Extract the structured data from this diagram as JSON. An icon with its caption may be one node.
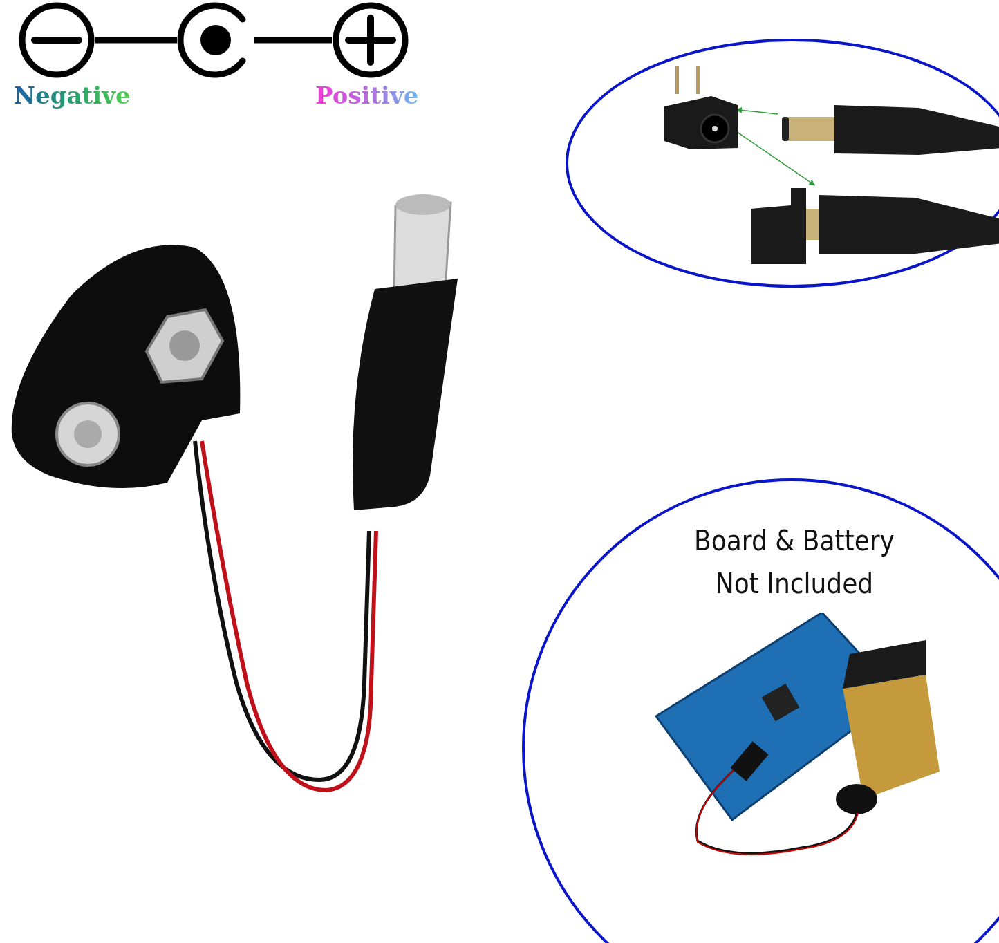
{
  "diagram": {
    "nodes": [
      {
        "text": [],
        "shape": "circle"
      },
      {
        "text": [],
        "shape": "picture",
        "in": 0
      },
      {
        "text": [],
        "shape": "picture",
        "in": 0
      },
      {
        "text": [],
        "shape": "picture",
        "in": 0
      },
      {
        "text": [
          "Board & Battery Not Included"
        ]
      },
      {
        "text": [],
        "shape": "circle",
        "beside": [
          "Negative"
        ]
      },
      {
        "text": [],
        "shape": "circle"
      },
      {
        "text": [],
        "shape": "circle",
        "beside": [
          "Positive"
        ]
      }
    ],
    "edges": [
      {
        "from": 2,
        "to": 1,
        "arrow": "to",
        "color": "#2e9e3a"
      },
      {
        "from": 1,
        "to": 3,
        "arrow": "to",
        "color": "#2e9e3a"
      },
      {
        "from": 5,
        "to": 6,
        "arrow": "none",
        "style": "thick",
        "color": "#000000"
      },
      {
        "from": 6,
        "to": 7,
        "arrow": "none",
        "style": "thick",
        "color": "#000000"
      }
    ]
  }
}
